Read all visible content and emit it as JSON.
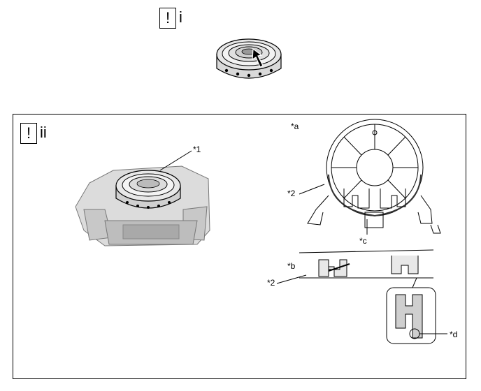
{
  "step_i": {
    "icon_glyph": "!",
    "label": "i"
  },
  "step_ii": {
    "icon_glyph": "!",
    "label": "ii"
  },
  "callouts": {
    "a": "*a",
    "b": "*b",
    "c": "*c",
    "d": "*d",
    "one": "*1",
    "two_top": "*2",
    "two_bottom": "*2"
  }
}
